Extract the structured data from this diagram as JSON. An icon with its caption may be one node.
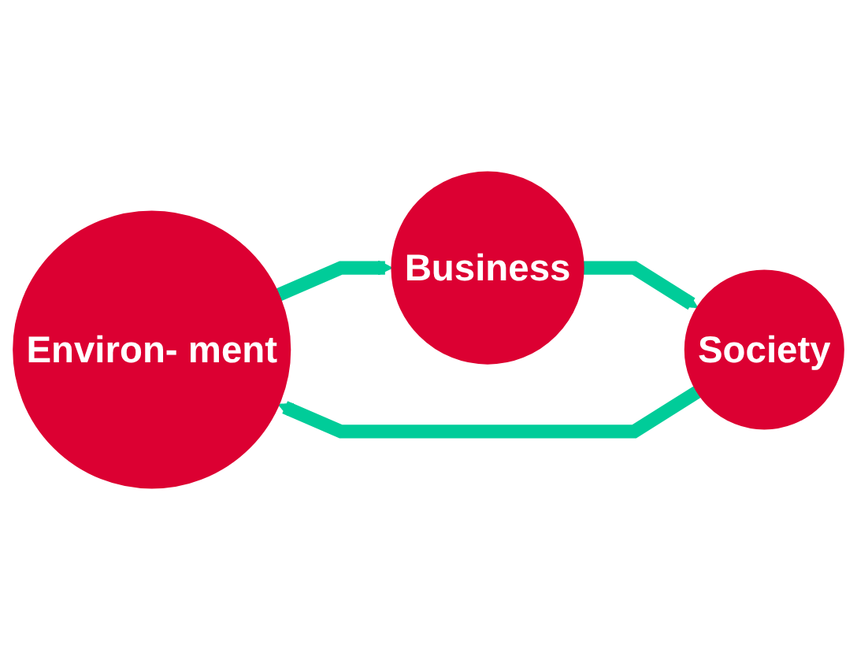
{
  "diagram": {
    "nodes": [
      {
        "text": [
          "Environ- ment"
        ]
      },
      {
        "text": [
          "Society"
        ]
      },
      {
        "text": [
          "Business"
        ]
      }
    ],
    "edges": [
      {
        "from": 1,
        "to": 0,
        "arrow": "to"
      },
      {
        "from": 0,
        "to": 2,
        "arrow": "to"
      },
      {
        "from": 2,
        "to": 1,
        "arrow": "to"
      }
    ]
  }
}
